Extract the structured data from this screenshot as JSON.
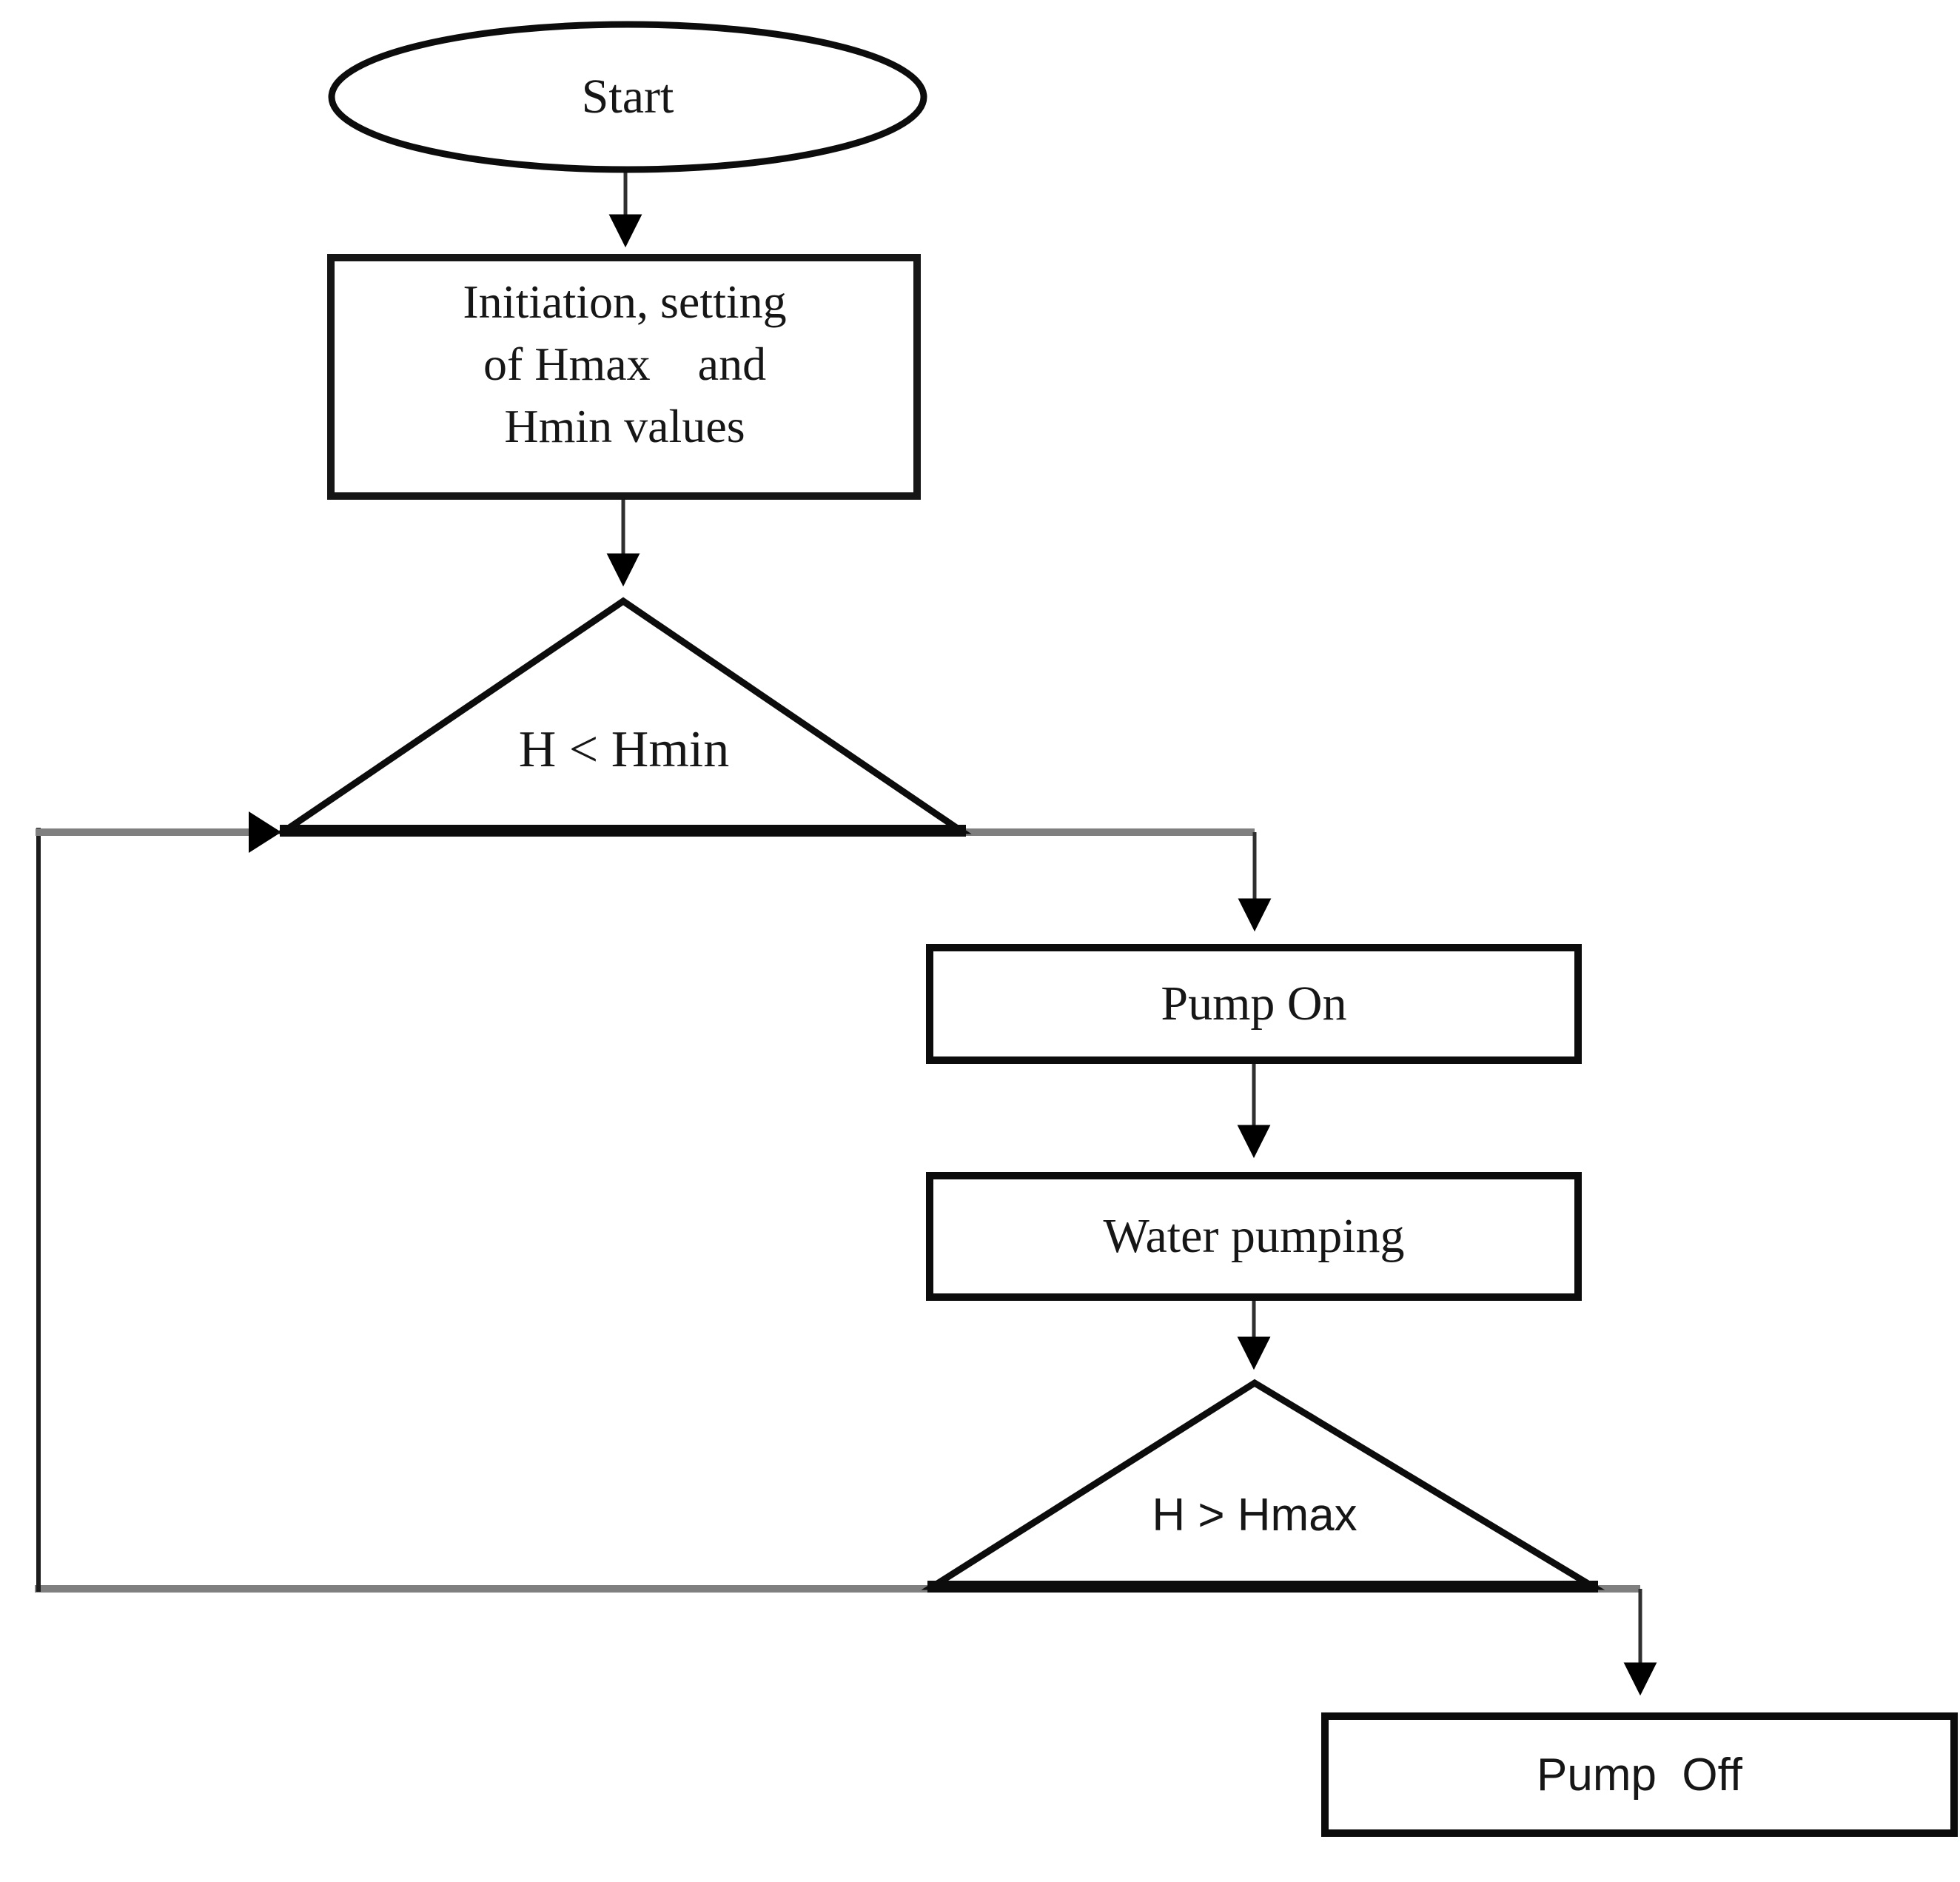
{
  "flowchart": {
    "nodes": {
      "start": {
        "shape": "ellipse",
        "label": "Start"
      },
      "init": {
        "shape": "process",
        "line1": "Initiation, setting",
        "line2": "of Hmax    and",
        "line3": "Hmin values"
      },
      "decision_min": {
        "shape": "triangle",
        "label": "H < Hmin"
      },
      "pump_on": {
        "shape": "process",
        "label": "Pump On"
      },
      "water_pumping": {
        "shape": "process",
        "label": "Water pumping"
      },
      "decision_max": {
        "shape": "triangle",
        "label": "H > Hmax"
      },
      "pump_off": {
        "shape": "process",
        "label": "Pump  Off"
      }
    },
    "edges": [
      {
        "from": "start",
        "to": "init",
        "type": "arrow"
      },
      {
        "from": "init",
        "to": "decision_min",
        "type": "arrow"
      },
      {
        "from": "decision_min",
        "to": "pump_on",
        "type": "elbow-arrow"
      },
      {
        "from": "pump_on",
        "to": "water_pumping",
        "type": "arrow"
      },
      {
        "from": "water_pumping",
        "to": "decision_max",
        "type": "arrow"
      },
      {
        "from": "decision_max",
        "to": "pump_off",
        "type": "elbow-arrow"
      },
      {
        "from": "decision_max",
        "to": "decision_min",
        "type": "feedback-loop"
      }
    ],
    "colors": {
      "background": "#ffffff",
      "shape_stroke": "#0c0c0c",
      "shape_fill": "#ffffff",
      "connector_gray": "#7f7f7f",
      "connector_dark": "#2f2f2f",
      "arrowhead": "#000000",
      "text": "#161616"
    }
  }
}
